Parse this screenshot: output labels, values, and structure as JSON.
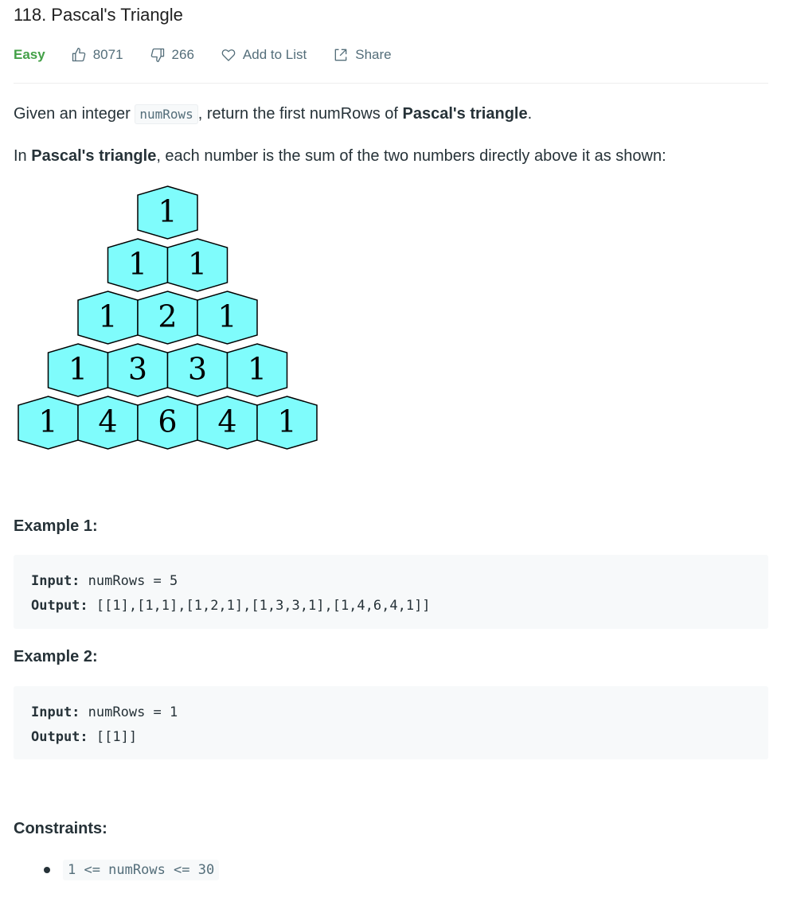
{
  "problem": {
    "title": "118. Pascal's Triangle",
    "difficulty": "Easy",
    "likes": "8071",
    "dislikes": "266",
    "add_to_list": "Add to List",
    "share": "Share"
  },
  "description": {
    "p1_before": "Given an integer ",
    "p1_code": "numRows",
    "p1_middle": ", return the first numRows of ",
    "p1_bold": "Pascal's triangle",
    "p1_after": ".",
    "p2_before": "In ",
    "p2_bold": "Pascal's triangle",
    "p2_after": ", each number is the sum of the two numbers directly above it as shown:"
  },
  "triangle": {
    "fill_color": "#7ffcfc",
    "rows": [
      [
        "1"
      ],
      [
        "1",
        "1"
      ],
      [
        "1",
        "2",
        "1"
      ],
      [
        "1",
        "3",
        "3",
        "1"
      ],
      [
        "1",
        "4",
        "6",
        "4",
        "1"
      ]
    ]
  },
  "examples": [
    {
      "heading": "Example 1:",
      "input_label": "Input:",
      "input_value": "numRows = 5",
      "output_label": "Output:",
      "output_value": "[[1],[1,1],[1,2,1],[1,3,3,1],[1,4,6,4,1]]"
    },
    {
      "heading": "Example 2:",
      "input_label": "Input:",
      "input_value": "numRows = 1",
      "output_label": "Output:",
      "output_value": "[[1]]"
    }
  ],
  "constraints": {
    "heading": "Constraints:",
    "items": [
      "1 <= numRows <= 30"
    ]
  },
  "colors": {
    "easy": "#43a047",
    "text": "#263238",
    "muted": "#546e7a",
    "code_bg": "#f7f9fa"
  }
}
